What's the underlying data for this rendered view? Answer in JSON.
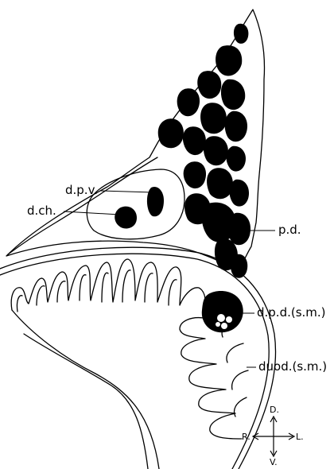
{
  "labels": {
    "dpv": "d.p.v.",
    "dch": "d.ch.",
    "pd": "p.d.",
    "dpd": "d.p.d.(s.m.)",
    "duod": "duod.(s.m.)"
  },
  "orientation": {
    "dorsal": "D.",
    "ventral": "V.",
    "right": "R.",
    "left": "L."
  },
  "colors": {
    "ink": "#000000",
    "paper": "#ffffff"
  }
}
